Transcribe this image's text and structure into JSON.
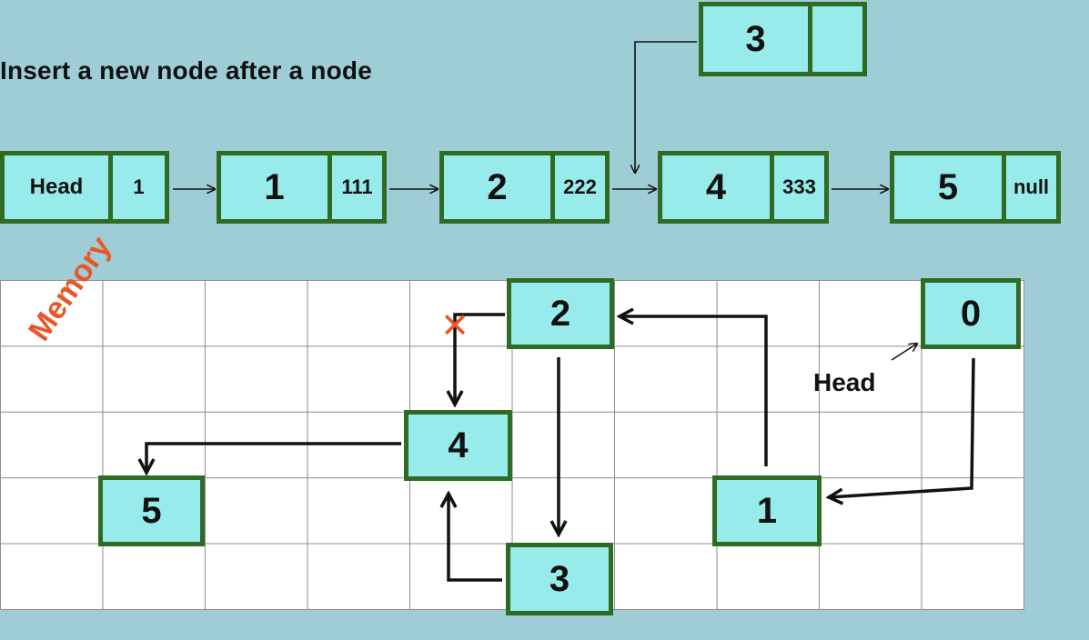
{
  "title": "Insert a new node after a node",
  "new_node": {
    "value": "3",
    "pointer": ""
  },
  "chain": [
    {
      "value": "Head",
      "pointer": "1"
    },
    {
      "value": "1",
      "pointer": "111"
    },
    {
      "value": "2",
      "pointer": "222"
    },
    {
      "value": "4",
      "pointer": "333"
    },
    {
      "value": "5",
      "pointer": "null"
    }
  ],
  "memory": {
    "label": "Memory",
    "head_label": "Head",
    "nodes": {
      "n0": "0",
      "n1": "1",
      "n2": "2",
      "n3": "3",
      "n4": "4",
      "n5": "5"
    },
    "removed_link_mark": "✕"
  },
  "colors": {
    "background": "#9fcdd6",
    "node_fill": "#97ebea",
    "node_border": "#2f6b22",
    "memory_label": "#e8572b",
    "removed_mark": "#e8572b"
  }
}
